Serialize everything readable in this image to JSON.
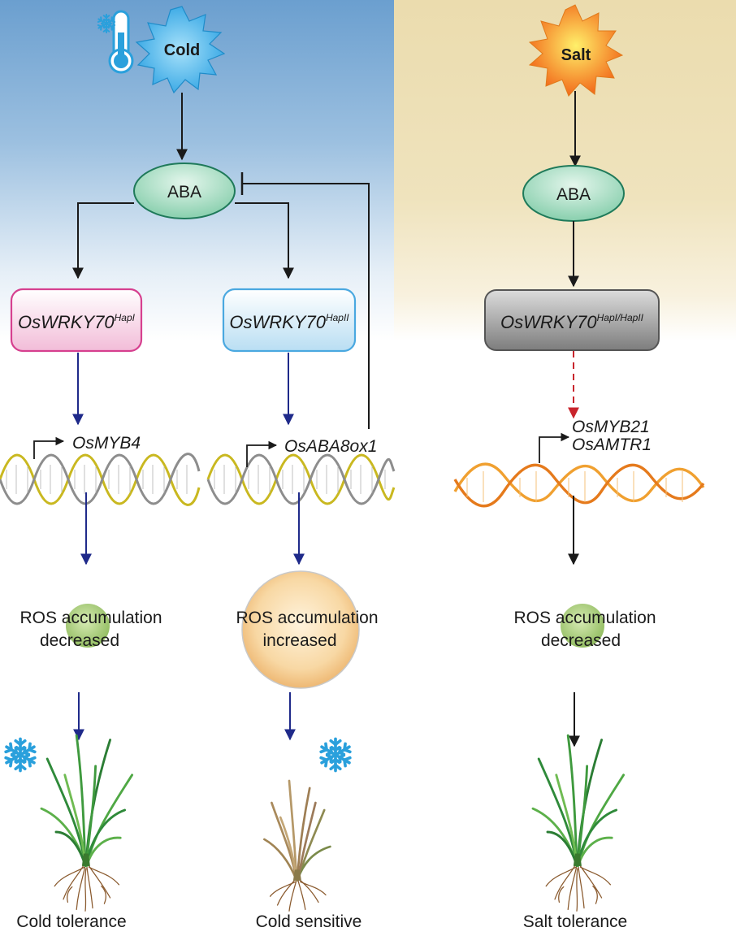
{
  "stresses": {
    "cold": "Cold",
    "salt": "Salt"
  },
  "hormone": {
    "cold": "ABA",
    "salt": "ABA"
  },
  "genes": {
    "hap1": {
      "base": "OsWRKY70",
      "sup": "HapI"
    },
    "hap2": {
      "base": "OsWRKY70",
      "sup": "HapII"
    },
    "salt": {
      "base": "OsWRKY70",
      "sup": "HapI/HapII"
    }
  },
  "targets": {
    "myb4": "OsMYB4",
    "aba8ox1": "OsABA8ox1",
    "myb21": "OsMYB21",
    "amtr1": "OsAMTR1"
  },
  "ros": {
    "col1": {
      "line1": "ROS accumulation",
      "line2": "decreased"
    },
    "col2": {
      "line1": "ROS accumulation",
      "line2": "increased"
    },
    "col3": {
      "line1": "ROS accumulation",
      "line2": "decreased"
    }
  },
  "outcomes": {
    "col1": "Cold tolerance",
    "col2": "Cold sensitive",
    "col3": "Salt tolerance"
  },
  "icons": [
    "thermometer-icon",
    "snowflake-icon",
    "rice-plant-icon",
    "dna-helix-icon"
  ],
  "colors": {
    "cold_panel_top": "#6b9fcf",
    "salt_panel": "#ecdfb6",
    "cold_burst": "#4fb8ea",
    "salt_burst": "#f59a1e",
    "aba_fill": "#a8dcc4",
    "hap1_border": "#d6408f",
    "hap2_border": "#4aa8e0",
    "salt_box": "#8a8a8a",
    "arrow_blue": "#1f2a8a",
    "arrow_red": "#c8242c",
    "ros_small": "#a8c97a",
    "ros_big": "#f6d08f",
    "snowflake": "#2aa0dc"
  }
}
